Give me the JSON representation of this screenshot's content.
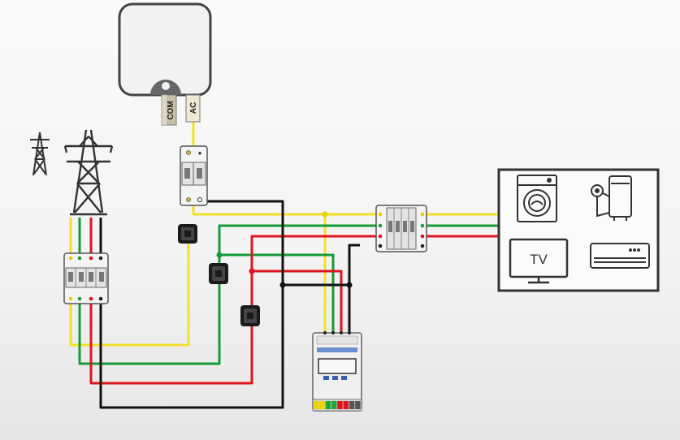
{
  "colors": {
    "phase_l1": "#f2e12a",
    "phase_l2": "#169b3a",
    "phase_l3": "#e0141e",
    "neutral": "#111111",
    "device_outline": "#333333",
    "breaker_body": "#f3f3f3"
  },
  "inverter": {
    "com_label": "COM",
    "ac_label": "AC"
  },
  "loads": {
    "tv_label": "TV",
    "items": [
      "washing-machine-icon",
      "water-heater-icon",
      "tv-icon",
      "air-conditioner-icon"
    ]
  },
  "icons": {
    "small_tower": "power-pylon-icon",
    "large_tower": "transmission-tower-icon"
  },
  "meter": {
    "terminal_colors": [
      "#e8d400",
      "#e8d400",
      "#21a33c",
      "#21a33c",
      "#e0141e",
      "#e0141e",
      "#555555",
      "#555555"
    ]
  }
}
